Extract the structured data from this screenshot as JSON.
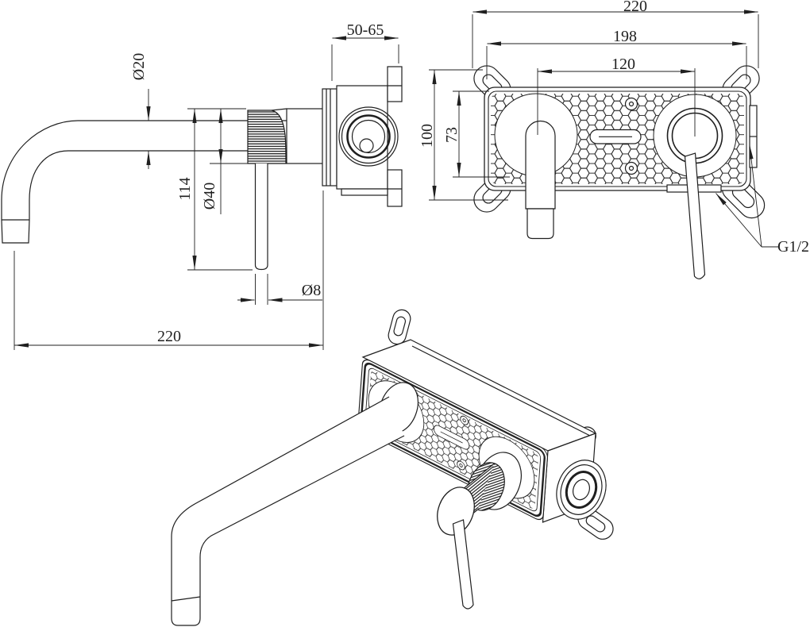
{
  "colors": {
    "ink": "#1f1f1f",
    "background": "#ffffff"
  },
  "side_view": {
    "spout_diameter": "Ø20",
    "wall_depth_range": "50-65",
    "handle_drop": "114",
    "handle_diameter": "Ø40",
    "lever_diameter": "Ø8",
    "spout_reach": "220"
  },
  "front_view": {
    "overall_width": "220",
    "slot_spacing": "198",
    "center_distance": "120",
    "overall_height": "100",
    "body_height": "73",
    "thread_size": "G1/2"
  }
}
